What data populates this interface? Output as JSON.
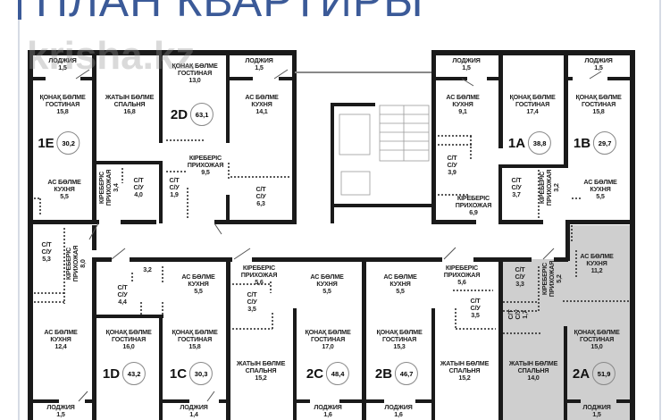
{
  "title": "ПЛАН КВАРТИРЫ",
  "watermark": "krisha.kz",
  "colors": {
    "title": "#3b5a98",
    "wall": "#1a1a1a",
    "highlight": "#cfcfcf"
  },
  "apartments": [
    {
      "id": "1E",
      "area": "30,2"
    },
    {
      "id": "2D",
      "area": "63,1"
    },
    {
      "id": "1A",
      "area": "38,8"
    },
    {
      "id": "1B",
      "area": "29,7"
    },
    {
      "id": "1D",
      "area": "43,2"
    },
    {
      "id": "1C",
      "area": "30,3"
    },
    {
      "id": "2C",
      "area": "48,4"
    },
    {
      "id": "2B",
      "area": "46,7"
    },
    {
      "id": "2A",
      "area": "51,9",
      "highlighted": true
    }
  ],
  "rooms": [
    {
      "lines": [
        "ЛОДЖИЯ"
      ],
      "area": "1,5"
    },
    {
      "lines": [
        "ҚОНАҚ БӨЛМЕ",
        "ГОСТИНАЯ"
      ],
      "area": "15,8"
    },
    {
      "lines": [
        "АС БӨЛМЕ",
        "КУХНЯ"
      ],
      "area": "5,5"
    },
    {
      "lines": [
        "ЖАТЫН БӨЛМЕ",
        "СПАЛЬНЯ"
      ],
      "area": "16,8"
    },
    {
      "lines": [
        "ҚОНАҚ БӨЛМЕ",
        "ГОСТИНАЯ"
      ],
      "area": "13,0"
    },
    {
      "lines": [
        "ЛОДЖИЯ"
      ],
      "area": "1,5"
    },
    {
      "lines": [
        "АС БӨЛМЕ",
        "КУХНЯ"
      ],
      "area": "14,1"
    },
    {
      "lines": [
        "КІРЕБЕРІС",
        "ПРИХОЖАЯ"
      ],
      "area": "9,5"
    },
    {
      "lines": [
        "КІРЕБЕРІС",
        "ПРИХОЖАЯ"
      ],
      "area": "3,4",
      "vertical": true
    },
    {
      "lines": [
        "С/Т",
        "С/У"
      ],
      "area": "4,0"
    },
    {
      "lines": [
        "С/Т",
        "С/У"
      ],
      "area": "1,9"
    },
    {
      "lines": [
        "С/Т",
        "С/У"
      ],
      "area": "6,3"
    },
    {
      "lines": [
        "ЛОДЖИЯ"
      ],
      "area": "1,5"
    },
    {
      "lines": [
        "АС БӨЛМЕ",
        "КУХНЯ"
      ],
      "area": "9,1"
    },
    {
      "lines": [
        "С/Т",
        "С/У"
      ],
      "area": "3,9"
    },
    {
      "lines": [
        "КІРЕБЕРІС",
        "ПРИХОЖАЯ"
      ],
      "area": "6,9"
    },
    {
      "lines": [
        "ҚОНАҚ БӨЛМЕ",
        "ГОСТИНАЯ"
      ],
      "area": "17,4"
    },
    {
      "lines": [
        "ЛОДЖИЯ"
      ],
      "area": "1,5"
    },
    {
      "lines": [
        "ҚОНАҚ БӨЛМЕ",
        "ГОСТИНАЯ"
      ],
      "area": "15,8"
    },
    {
      "lines": [
        "С/Т",
        "С/У"
      ],
      "area": "3,7"
    },
    {
      "lines": [
        "КІРЕБЕРІС",
        "ПРИХОЖАЯ"
      ],
      "area": "3,2",
      "vertical": true
    },
    {
      "lines": [
        "АС БӨЛМЕ",
        "КУХНЯ"
      ],
      "area": "5,5"
    },
    {
      "lines": [
        "С/Т",
        "С/У"
      ],
      "area": "5,3"
    },
    {
      "lines": [
        "КІРЕБЕРІС",
        "ПРИХОЖАЯ"
      ],
      "area": "8,0",
      "vertical": true
    },
    {
      "lines": [],
      "area": "3,2"
    },
    {
      "lines": [
        "С/Т",
        "С/У"
      ],
      "area": "4,4"
    },
    {
      "lines": [
        "АС БӨЛМЕ",
        "КУХНЯ"
      ],
      "area": "5,5"
    },
    {
      "lines": [
        "АС БӨЛМЕ",
        "КУХНЯ"
      ],
      "area": "12,4"
    },
    {
      "lines": [
        "ҚОНАҚ БӨЛМЕ",
        "ГОСТИНАЯ"
      ],
      "area": "16,0"
    },
    {
      "lines": [
        "ҚОНАҚ БӨЛМЕ",
        "ГОСТИНАЯ"
      ],
      "area": "15,8"
    },
    {
      "lines": [
        "ЛОДЖИЯ"
      ],
      "area": "1,5"
    },
    {
      "lines": [
        "ЛОДЖИЯ"
      ],
      "area": "1,4"
    },
    {
      "lines": [
        "КІРЕБЕРІС",
        "ПРИХОЖАЯ"
      ],
      "area": "5,6"
    },
    {
      "lines": [
        "С/Т",
        "С/У"
      ],
      "area": "3,5"
    },
    {
      "lines": [
        "ЖАТЫН БӨЛМЕ",
        "СПАЛЬНЯ"
      ],
      "area": "15,2"
    },
    {
      "lines": [
        "АС БӨЛМЕ",
        "КУХНЯ"
      ],
      "area": "5,5"
    },
    {
      "lines": [
        "ҚОНАҚ БӨЛМЕ",
        "ГОСТИНАЯ"
      ],
      "area": "17,0"
    },
    {
      "lines": [
        "ЛОДЖИЯ"
      ],
      "area": "1,6"
    },
    {
      "lines": [
        "АС БӨЛМЕ",
        "КУХНЯ"
      ],
      "area": "5,5"
    },
    {
      "lines": [
        "ҚОНАҚ БӨЛМЕ",
        "ГОСТИНАЯ"
      ],
      "area": "15,3"
    },
    {
      "lines": [
        "ЛОДЖИЯ"
      ],
      "area": "1,6"
    },
    {
      "lines": [
        "КІРЕБЕРІС",
        "ПРИХОЖАЯ"
      ],
      "area": "5,6"
    },
    {
      "lines": [
        "С/Т",
        "С/У"
      ],
      "area": "3,5"
    },
    {
      "lines": [
        "ЖАТЫН БӨЛМЕ",
        "СПАЛЬНЯ"
      ],
      "area": "15,2"
    },
    {
      "lines": [
        "С/Т",
        "С/У"
      ],
      "area": "3,3"
    },
    {
      "lines": [
        "С/Т",
        "С/У"
      ],
      "area": "1,7",
      "vertical": true
    },
    {
      "lines": [
        "КІРЕБЕРІС",
        "ПРИХОЖАЯ"
      ],
      "area": "5,2",
      "vertical": true
    },
    {
      "lines": [
        "АС БӨЛМЕ",
        "КУХНЯ"
      ],
      "area": "11,2"
    },
    {
      "lines": [
        "ЖАТЫН БӨЛМЕ",
        "СПАЛЬНЯ"
      ],
      "area": "14,0"
    },
    {
      "lines": [
        "ҚОНАҚ БӨЛМЕ",
        "ГОСТИНАЯ"
      ],
      "area": "15,0"
    },
    {
      "lines": [
        "ЛОДЖИЯ"
      ],
      "area": "1,5"
    }
  ]
}
